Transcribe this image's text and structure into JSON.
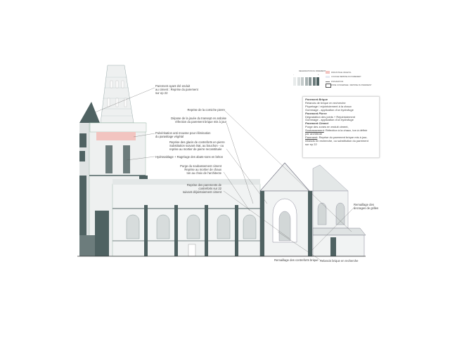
{
  "legend": {
    "degradation_title": "DEGRADATION DU PAREMENT",
    "minus": "-",
    "plus": "+",
    "parasitage": "PARASITAGE VEGETAL",
    "reprise": "COUCHE REPRISE DU PAREMENT",
    "fissuration": "FISSURATION",
    "zone": "ZONE CONCERNEE : REPRISE DU PAREMENT",
    "colors": {
      "parasitage": "#f2c4c0",
      "reprise": "#e6eaf2",
      "swatches": [
        "#e8ebeb",
        "#d9dede",
        "#c4cbcb",
        "#a9b3b3",
        "#8b9898",
        "#6c7c7c",
        "#4f6262"
      ]
    }
  },
  "infobox": {
    "brique_title": "Parement Brique",
    "brique_lines": [
      "Relancis de brique en recherche",
      "Piquetage / rejointoiement à la chaux",
      "Gommage - application d'un hydrofuge"
    ],
    "pierre_title": "Parement Pierre",
    "pierre_lines": [
      "Dégradation des joints + Rejointoiement",
      "Gommage - application d'un hydrofuge"
    ],
    "ciment_title": "Parement Ciment",
    "ciment_line1": "Purge des zones en enduit ciment,",
    "ciment_line2_u": "Soubassement",
    "ciment_line2": ": Réfection à la chaux, ton à définir",
    "ciment_line3": "par architecte",
    "ciment_line4_u": "Parement",
    "ciment_line4": ": Reprise du parement brique mis à jour,",
    "ciment_line5": "relancis en recherche, ou substitution du parement",
    "ciment_line6": "sur ep 22"
  },
  "annotations": {
    "enduit": [
      "Parement ayant été enduit",
      "au ciment : Reprise du parement",
      "sur ep 22"
    ],
    "corniche": "Reprise de la corniche pierre",
    "jouee": [
      "Dépose de la jouée du transept en ardoise",
      "réfection du parement brique mis à jour"
    ],
    "mousse": [
      "Pulvérisation anti mousse pour élimination",
      "du parasitage végétal"
    ],
    "glacis": [
      "Reprise des glacis de contreforts en pierre",
      "Substitution suivant état, au bouchon - ou",
      "reprise au mortier de pierre reconstituée"
    ],
    "hydrosablage": "Hydrosablage + Ragréage des abats-sons en béton",
    "soubassement": [
      "Purge du soubassement ciment",
      "Reprise au mortier de chaux",
      "ton au choix de l'architecte"
    ],
    "contreforts": [
      "Reprise des parements de",
      "contreforts sur 22",
      "suivant déjointoiement ciment"
    ],
    "grilles": [
      "Remaillage des",
      "ancrages de grilles"
    ],
    "remaillage_brique": "Remaillage des contreforts brique",
    "relancis": "Relancis brique en recherche"
  }
}
